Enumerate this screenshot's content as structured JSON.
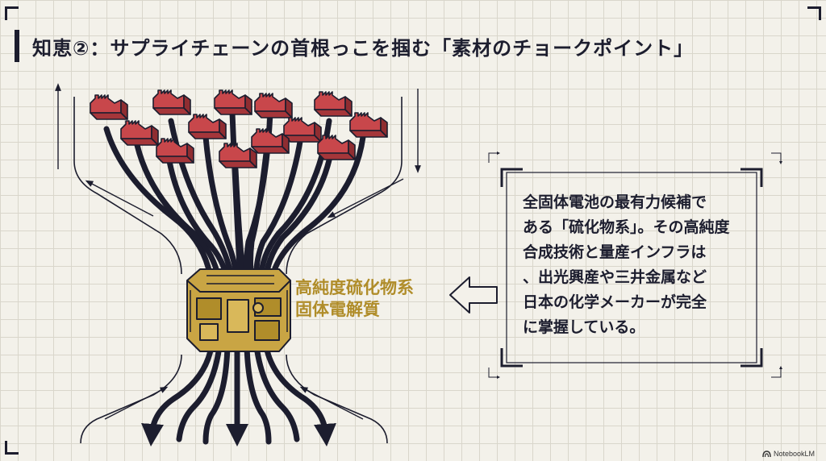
{
  "title": "知恵②：サプライチェーンの首根っこを掴む「素材のチョークポイント」",
  "core_label": {
    "line1": "高純度硫化物系",
    "line2": "固体電解質"
  },
  "callout": {
    "line1": "全固体電池の最有力候補で",
    "line2": "ある「硫化物系」。その高純度",
    "line3": "合成技術と量産インフラは",
    "line4": "、出光興産や三井金属など",
    "line5": "日本の化学メーカーが完全",
    "line6": "に掌握している。"
  },
  "brand": "NotebookLM",
  "colors": {
    "ink": "#1c1d2e",
    "factory": "#c8474b",
    "gold": "#b08d2a",
    "background": "#f3f1ea"
  },
  "icons": [
    "factory-icon",
    "chip-core-icon",
    "arrow-left-icon",
    "notebooklm-logo-icon"
  ]
}
